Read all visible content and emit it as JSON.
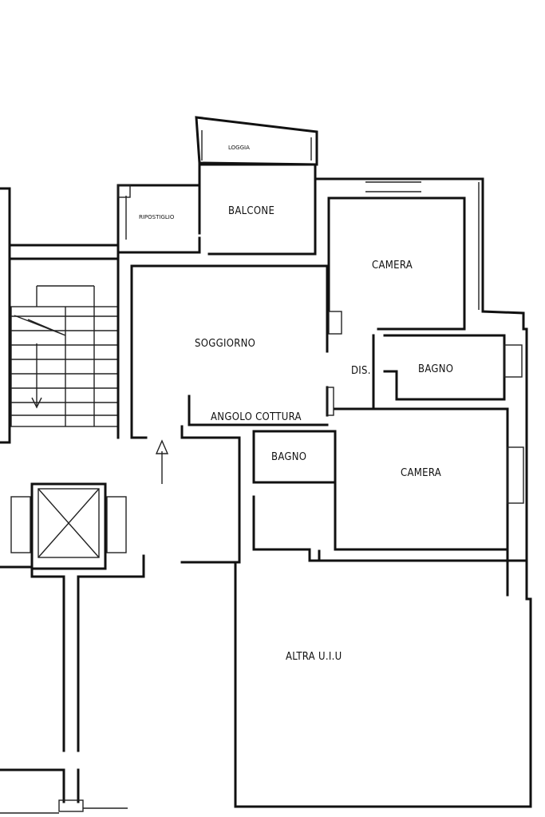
{
  "rooms": {
    "loggia": "LOGGIA",
    "balcone": "BALCONE",
    "ripostiglio": "RIPOSTIGLIO",
    "camera_top": "CAMERA",
    "soggiorno": "SOGGIORNO",
    "dis": "DIS.",
    "bagno_right": "BAGNO",
    "angolo_cottura": "ANGOLO COTTURA",
    "bagno_center": "BAGNO",
    "camera_bottom": "CAMERA",
    "altra_uiu": "ALTRA U.I.U"
  }
}
